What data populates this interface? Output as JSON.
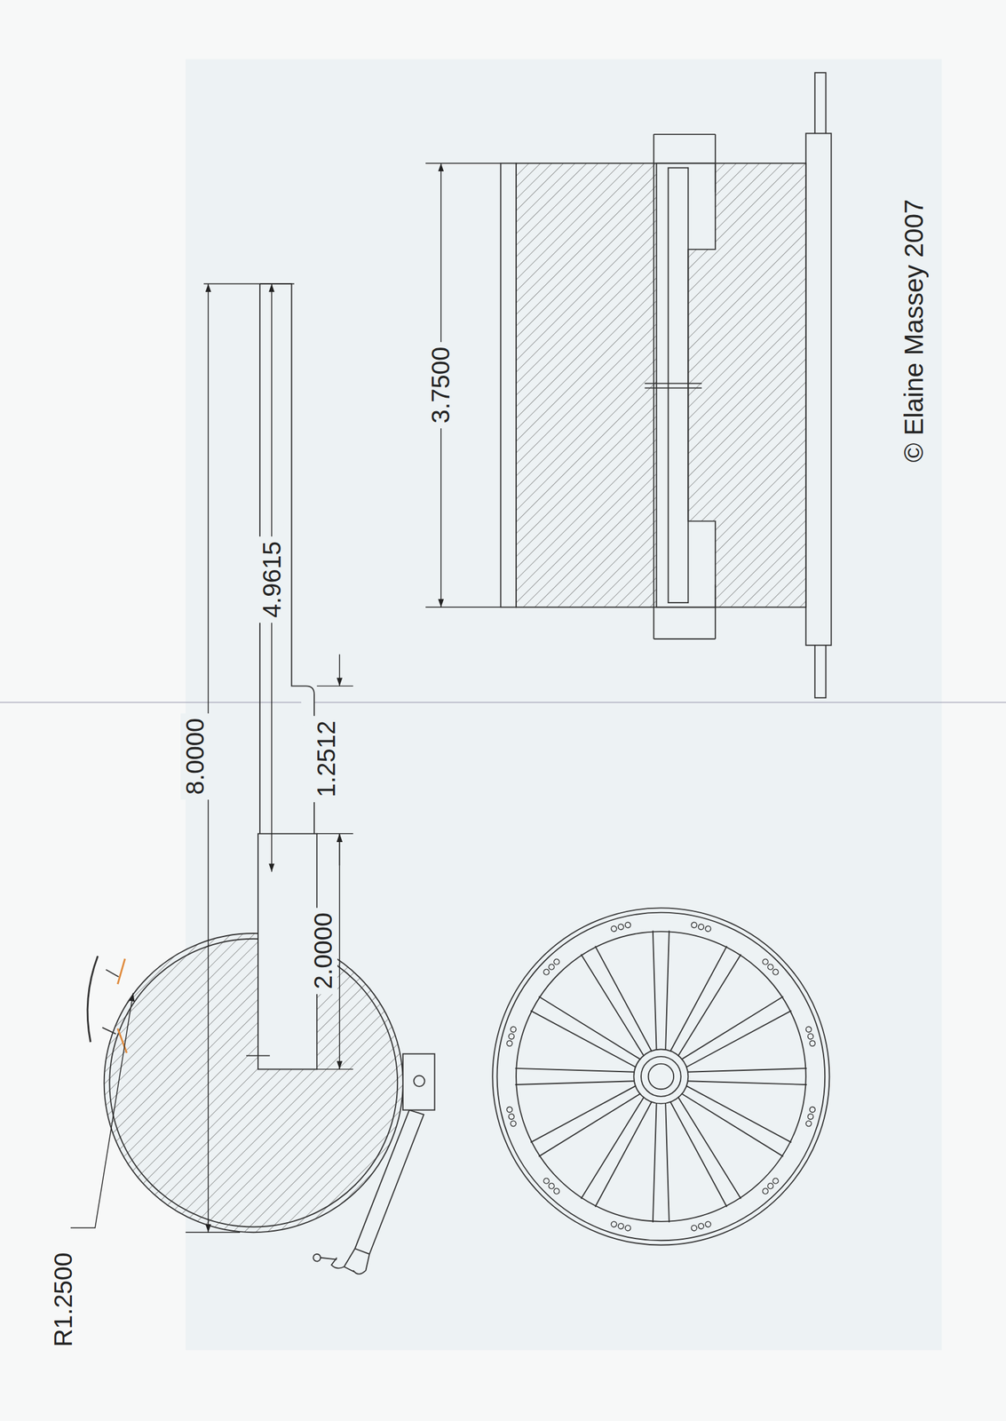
{
  "diagram": {
    "labels": [
      "R1.2500",
      "8.0000",
      "4.9615",
      "1.2512",
      "2.0000",
      "3.7500",
      "© Elaine Massey 2007"
    ]
  }
}
